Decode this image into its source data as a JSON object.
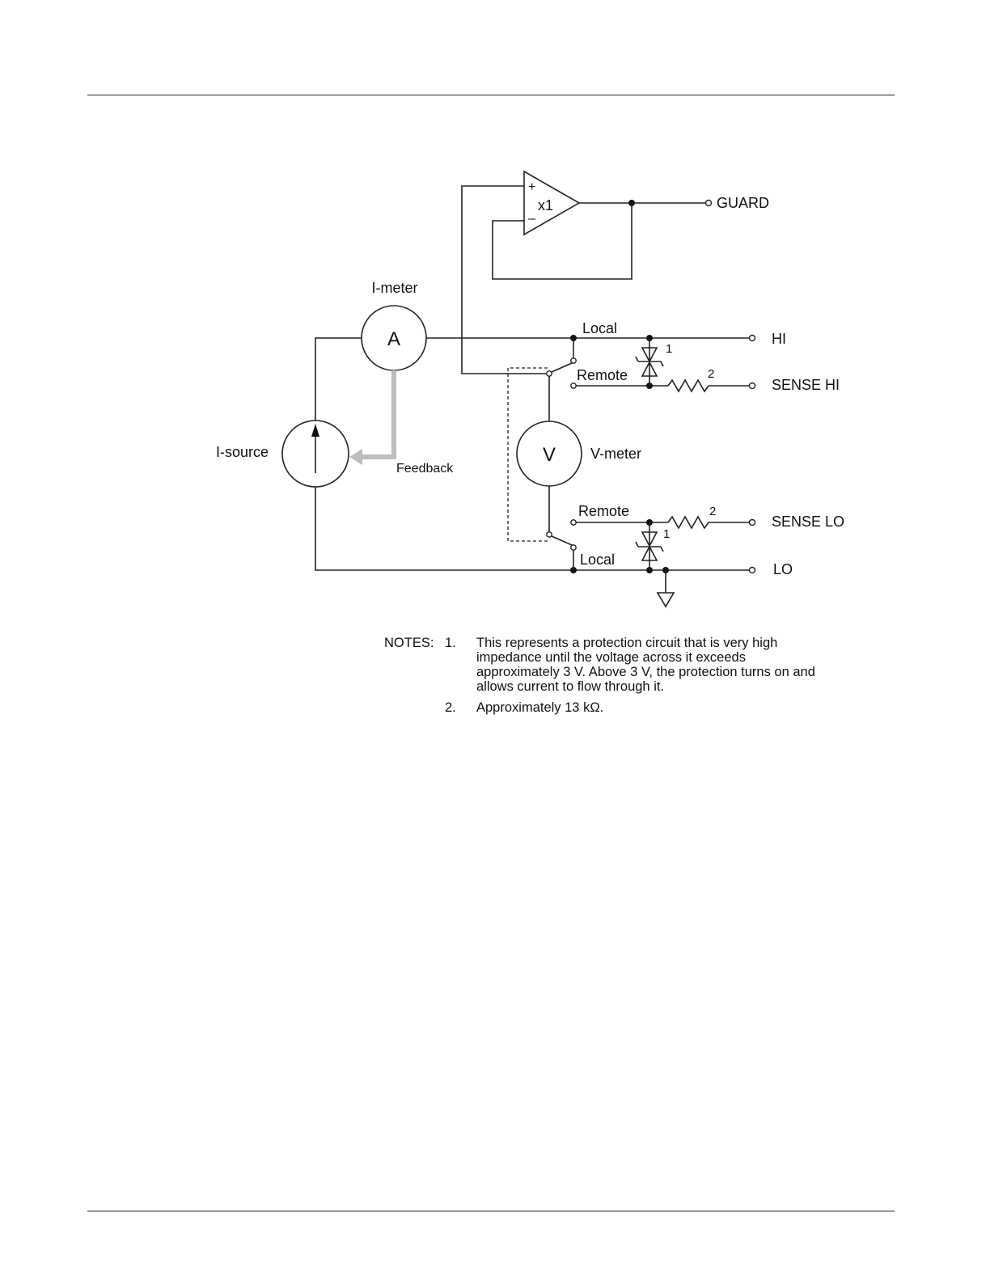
{
  "diagram": {
    "amplifier": {
      "plus": "+",
      "minus": "–",
      "gain": "x1"
    },
    "imeter": {
      "symbol": "A",
      "label": "I-meter"
    },
    "isource": {
      "label": "I-source"
    },
    "vmeter": {
      "symbol": "V",
      "label": "V-meter"
    },
    "feedback_label": "Feedback",
    "terminals": {
      "guard": "GUARD",
      "hi": "HI",
      "sense_hi": "SENSE HI",
      "sense_lo": "SENSE LO",
      "lo": "LO"
    },
    "switch_labels": {
      "local_top": "Local",
      "remote_top": "Remote",
      "remote_bottom": "Remote",
      "local_bottom": "Local"
    },
    "refs": {
      "zener_top": "1",
      "resistor_top": "2",
      "zener_bottom": "1",
      "resistor_bottom": "2"
    }
  },
  "notes": {
    "label": "NOTES:",
    "items": [
      {
        "num": "1.",
        "text": "This represents a protection circuit that is very high impedance until the voltage across it exceeds approximately 3 V. Above 3 V, the protection turns on and allows current to flow through it."
      },
      {
        "num": "2.",
        "text": "Approximately 13 kΩ."
      }
    ]
  }
}
